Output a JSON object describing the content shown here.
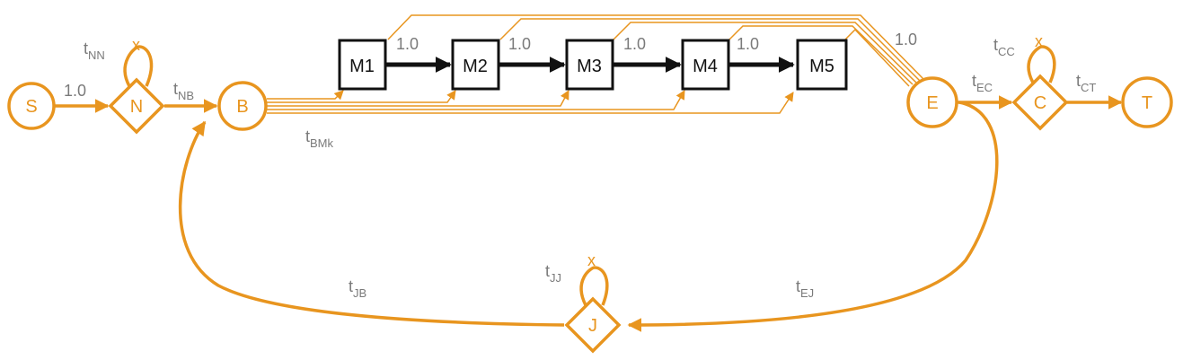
{
  "colors": {
    "orange": "#e8951f",
    "gray": "#7a7a7a",
    "black": "#111111"
  },
  "nodes": {
    "S": "S",
    "N": "N",
    "B": "B",
    "E": "E",
    "C": "C",
    "T": "T",
    "J": "J",
    "M1": "M1",
    "M2": "M2",
    "M3": "M3",
    "M4": "M4",
    "M5": "M5"
  },
  "labels": {
    "s_to_n": "1.0",
    "nn": {
      "base": "t",
      "sub": "NN"
    },
    "nn_x": "x",
    "nb": {
      "base": "t",
      "sub": "NB"
    },
    "bmk": {
      "base": "t",
      "sub": "BMk"
    },
    "m1_m2": "1.0",
    "m2_m3": "1.0",
    "m3_m4": "1.0",
    "m4_m5": "1.0",
    "m_to_e": "1.0",
    "ec": {
      "base": "t",
      "sub": "EC"
    },
    "cc": {
      "base": "t",
      "sub": "CC"
    },
    "cc_x": "x",
    "ct": {
      "base": "t",
      "sub": "CT"
    },
    "jb": {
      "base": "t",
      "sub": "JB"
    },
    "jj": {
      "base": "t",
      "sub": "JJ"
    },
    "jj_x": "x",
    "ej": {
      "base": "t",
      "sub": "EJ"
    }
  }
}
